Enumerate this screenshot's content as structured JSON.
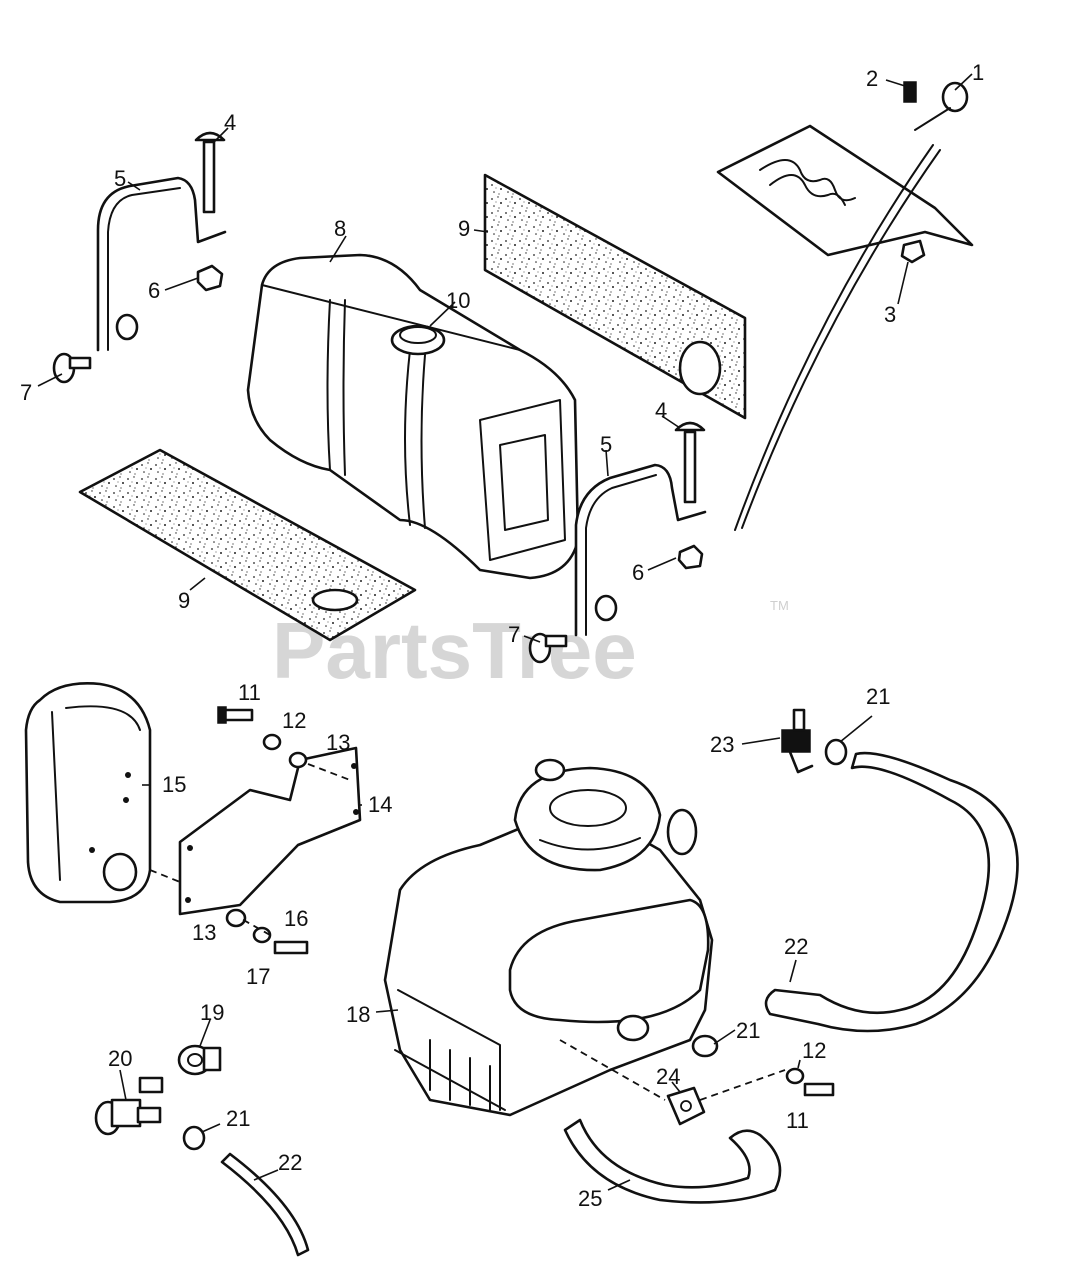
{
  "watermark": {
    "text": "PartsTree",
    "trademark": "TM"
  },
  "callouts": [
    {
      "id": "c1",
      "text": "1"
    },
    {
      "id": "c2",
      "text": "2"
    },
    {
      "id": "c3",
      "text": "3"
    },
    {
      "id": "c4a",
      "text": "4"
    },
    {
      "id": "c4b",
      "text": "4"
    },
    {
      "id": "c5a",
      "text": "5"
    },
    {
      "id": "c5b",
      "text": "5"
    },
    {
      "id": "c6a",
      "text": "6"
    },
    {
      "id": "c6b",
      "text": "6"
    },
    {
      "id": "c7a",
      "text": "7"
    },
    {
      "id": "c7b",
      "text": "7"
    },
    {
      "id": "c8",
      "text": "8"
    },
    {
      "id": "c9a",
      "text": "9"
    },
    {
      "id": "c9b",
      "text": "9"
    },
    {
      "id": "c10",
      "text": "10"
    },
    {
      "id": "c11a",
      "text": "11"
    },
    {
      "id": "c11b",
      "text": "11"
    },
    {
      "id": "c12a",
      "text": "12"
    },
    {
      "id": "c12b",
      "text": "12"
    },
    {
      "id": "c13a",
      "text": "13"
    },
    {
      "id": "c13b",
      "text": "13"
    },
    {
      "id": "c14",
      "text": "14"
    },
    {
      "id": "c15",
      "text": "15"
    },
    {
      "id": "c16",
      "text": "16"
    },
    {
      "id": "c17",
      "text": "17"
    },
    {
      "id": "c18",
      "text": "18"
    },
    {
      "id": "c19",
      "text": "19"
    },
    {
      "id": "c20",
      "text": "20"
    },
    {
      "id": "c21a",
      "text": "21"
    },
    {
      "id": "c21b",
      "text": "21"
    },
    {
      "id": "c21c",
      "text": "21"
    },
    {
      "id": "c22a",
      "text": "22"
    },
    {
      "id": "c22b",
      "text": "22"
    },
    {
      "id": "c23",
      "text": "23"
    },
    {
      "id": "c24",
      "text": "24"
    },
    {
      "id": "c25",
      "text": "25"
    }
  ]
}
